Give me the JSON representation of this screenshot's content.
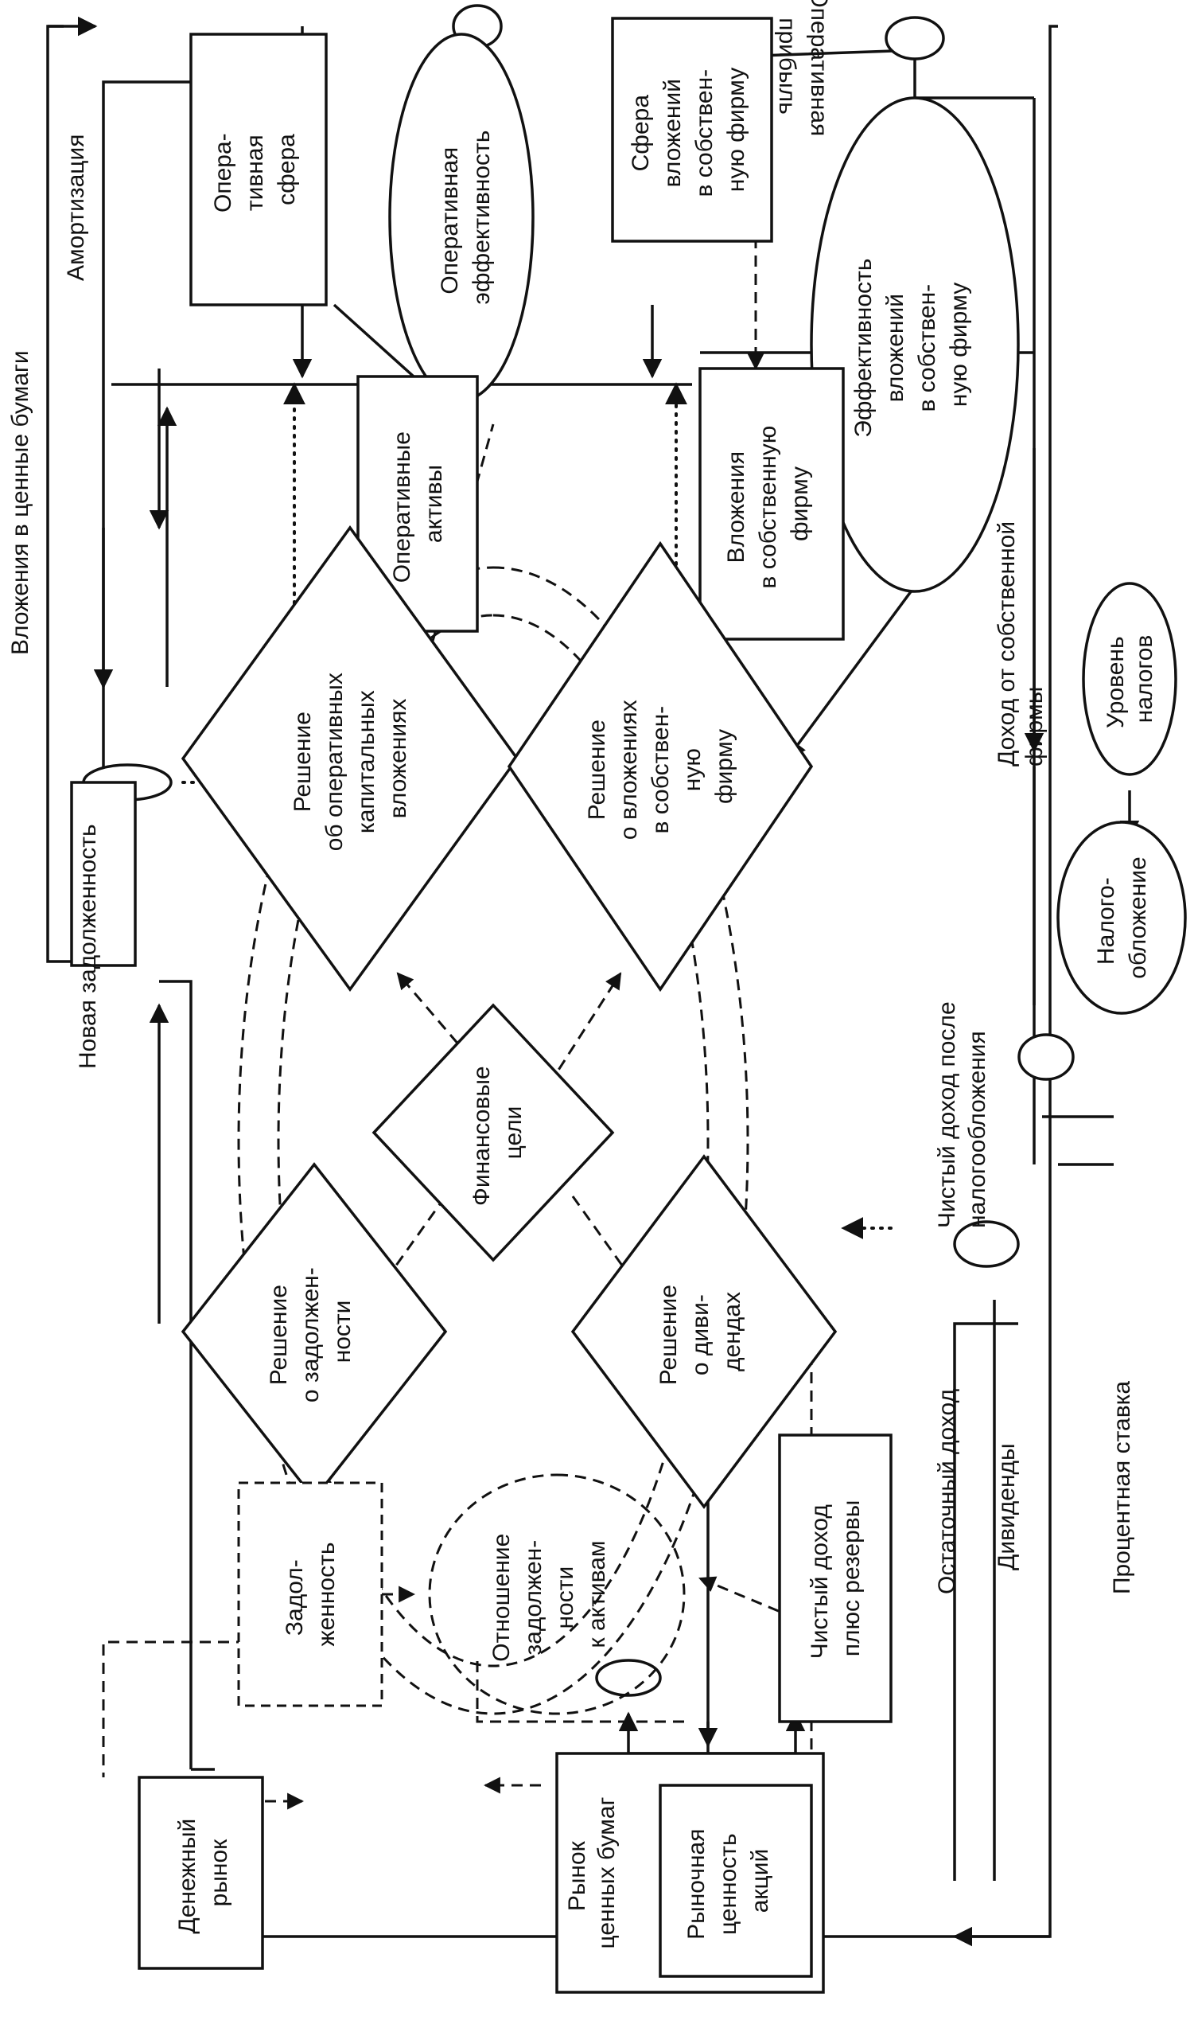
{
  "nodes": {
    "operating_sphere": [
      "Опера-",
      "тивная",
      "сфера"
    ],
    "operating_efficiency": [
      "Оперативная",
      "эффективность"
    ],
    "investment_sphere": [
      "Сфера",
      "вложений",
      "в собствен-",
      "ную фирму"
    ],
    "operating_profit": [
      "Оперативная",
      "прибыль"
    ],
    "investment_efficiency": [
      "Эффективность",
      "вложений",
      "в собствен-",
      "ную фирму"
    ],
    "operating_assets": [
      "Оперативные",
      "активы"
    ],
    "own_firm_investments": [
      "Вложения",
      "в собственную",
      "фирму"
    ],
    "tax_level": [
      "Уровень",
      "налогов"
    ],
    "taxation": [
      "Налого-",
      "обложение"
    ],
    "operating_capital_decision": [
      "Решение",
      "об оперативных",
      "капитальных",
      "вложениях"
    ],
    "own_firm_investment_decision": [
      "Решение",
      "о вложениях",
      "в собствен-",
      "ную",
      "фирму"
    ],
    "financial_goals": [
      "Финансовые",
      "цели"
    ],
    "debt_decision": [
      "Решение",
      "о задолжен-",
      "ности"
    ],
    "dividend_decision": [
      "Решение",
      "о диви-",
      "дендах"
    ],
    "debt": [
      "Задол-",
      "женность"
    ],
    "debt_to_assets": [
      "Отношение",
      "задолжен-",
      "ности",
      "к активам"
    ],
    "net_income_reserves": [
      "Чистый доход",
      "плюс резервы"
    ],
    "money_market": [
      "Денежный",
      "рынок"
    ],
    "securities_market": [
      "Рынок",
      "ценных бумаг"
    ],
    "share_market_value": [
      "Рыночная",
      "ценность",
      "акций"
    ]
  },
  "labels": {
    "securities_investments": "Вложения в ценные бумаги",
    "amortization": "Амортизация",
    "new_debt": "Новая задолженность",
    "own_firm_income": [
      "Доход от собственной",
      "фирмы"
    ],
    "net_income_after_tax": [
      "Чистый доход после",
      "налогообложения"
    ],
    "residual_income": "Остаточный доход",
    "dividends": "Дивиденды",
    "interest_rate": "Процентная ставка"
  }
}
